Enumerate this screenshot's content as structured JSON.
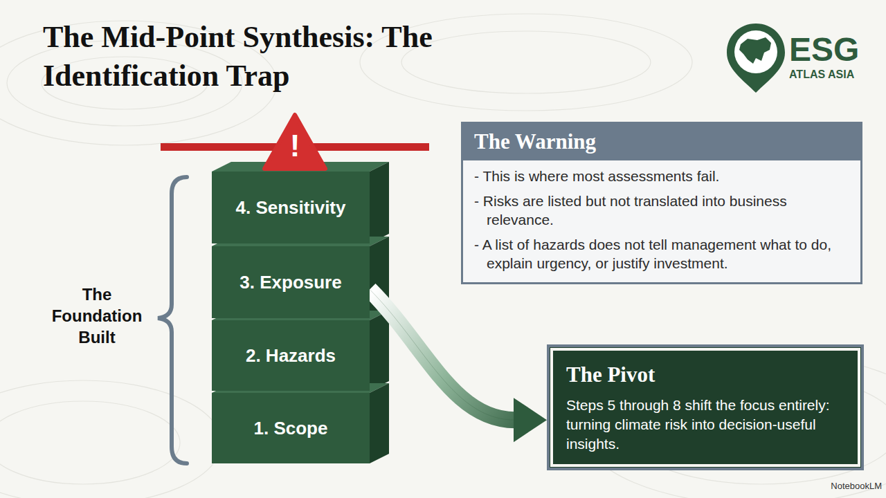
{
  "diagram": {
    "title": "The Mid-Point Synthesis: The Identification Trap",
    "nodes": [
      {
        "text": [
          "4. Sensitivity"
        ]
      },
      {
        "text": [
          "3. Exposure"
        ]
      },
      {
        "text": [
          "2. Hazards"
        ]
      },
      {
        "text": [
          "1. Scope"
        ]
      },
      {
        "text": [
          "The Warning",
          "- This is where most assessments fail.",
          "- Risks are listed but not translated into business relevance.",
          "- A list of hazards does not tell management what to do, explain urgency, or justify investment."
        ]
      },
      {
        "text": [
          "The Pivot",
          "Steps 5 through 8 shift the focus entirely: turning climate risk into decision-useful insights."
        ]
      }
    ],
    "edges": [
      {
        "from": 1,
        "to": 5,
        "arrow": "to"
      }
    ],
    "labels": [
      "The Foundation Built",
      "!",
      "ESG",
      "ATLAS ASIA",
      "NotebookLM"
    ]
  }
}
